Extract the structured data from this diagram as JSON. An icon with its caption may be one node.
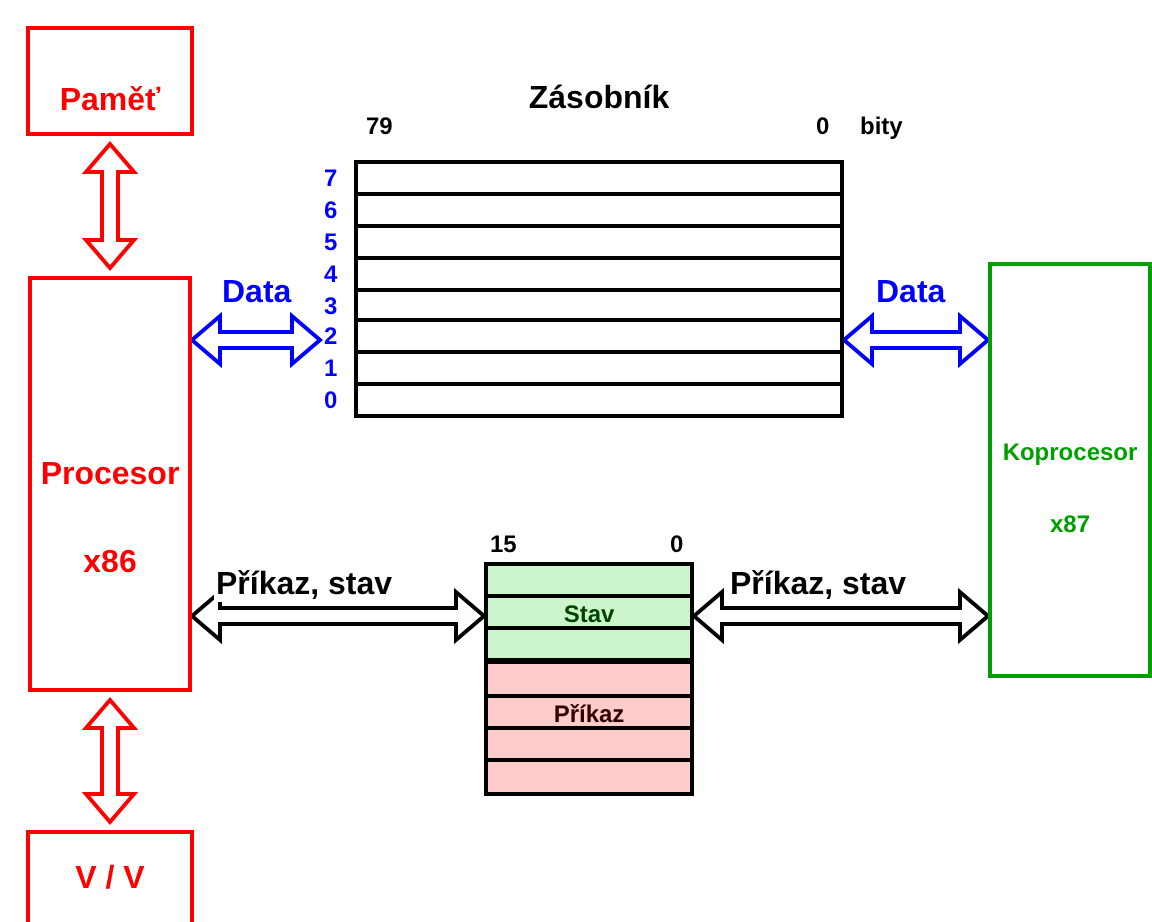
{
  "diagram": {
    "nodes": [
      {
        "text": [
          "Paměť"
        ]
      },
      {
        "text": [
          "Zásobník"
        ],
        "beside": [
          "7",
          "6",
          "5",
          "4",
          "3",
          "2",
          "1",
          "0"
        ]
      },
      {
        "text": [
          "Procesor",
          "x86"
        ]
      },
      {
        "text": [
          "Koprocesor",
          "x87"
        ]
      },
      {
        "text": [
          "Stav"
        ]
      },
      {
        "text": [
          "Příkaz"
        ]
      },
      {
        "text": [
          "V / V"
        ]
      }
    ],
    "edges": [
      {
        "from": 0,
        "to": 2,
        "arrow": "both",
        "style": "thick",
        "color": "#ff0000"
      },
      {
        "from": 2,
        "to": 1,
        "arrow": "both",
        "label": "Data",
        "style": "thick",
        "color": "#0000ff"
      },
      {
        "from": 1,
        "to": 3,
        "arrow": "both",
        "label": "Data",
        "style": "thick",
        "color": "#0000ff"
      },
      {
        "from": 2,
        "to": 4,
        "arrow": "both",
        "label": "Příkaz, stav",
        "style": "thick",
        "color": "#000000"
      },
      {
        "from": 4,
        "to": 3,
        "arrow": "both",
        "label": "Příkaz, stav",
        "style": "thick",
        "color": "#000000"
      },
      {
        "from": 2,
        "to": 6,
        "arrow": "both",
        "style": "thick",
        "color": "#ff0000"
      }
    ],
    "labels": [
      "79",
      "0",
      "bity",
      "15",
      "0"
    ]
  }
}
